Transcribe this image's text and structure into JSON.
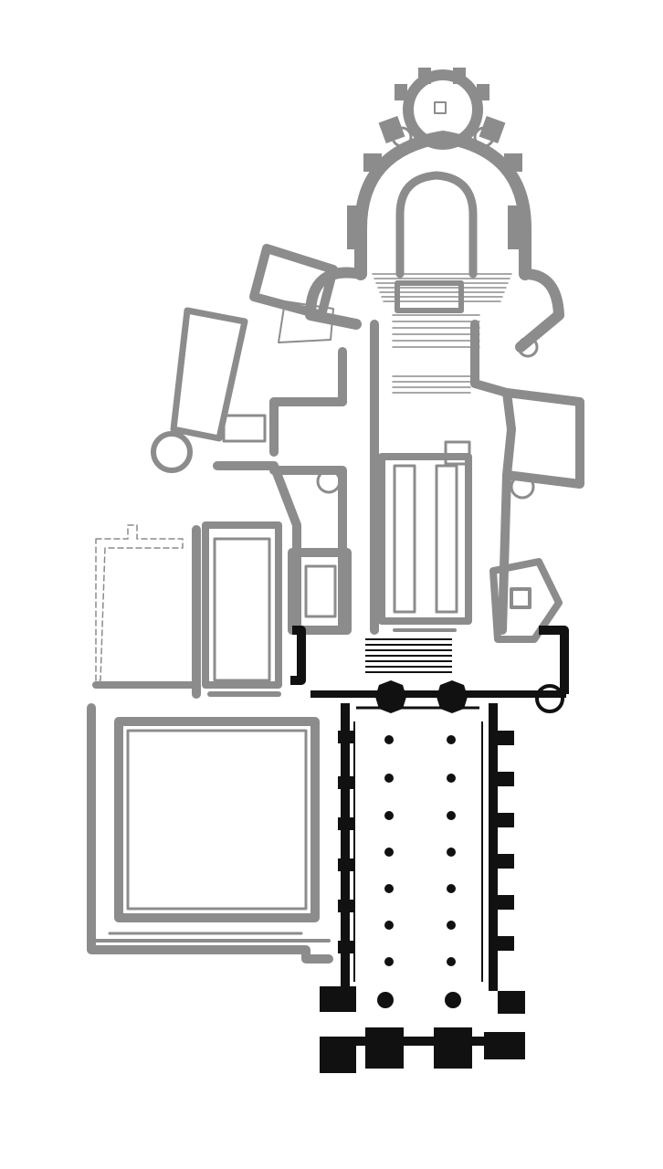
{
  "diagram": {
    "kind": "architectural-floor-plan",
    "colors": {
      "background": "#ffffff",
      "earlier_phase": "#8c8c8c",
      "later_phase": "#111111"
    },
    "phases": [
      {
        "id": "grey",
        "color_key": "earlier_phase"
      },
      {
        "id": "black",
        "color_key": "later_phase"
      }
    ]
  }
}
